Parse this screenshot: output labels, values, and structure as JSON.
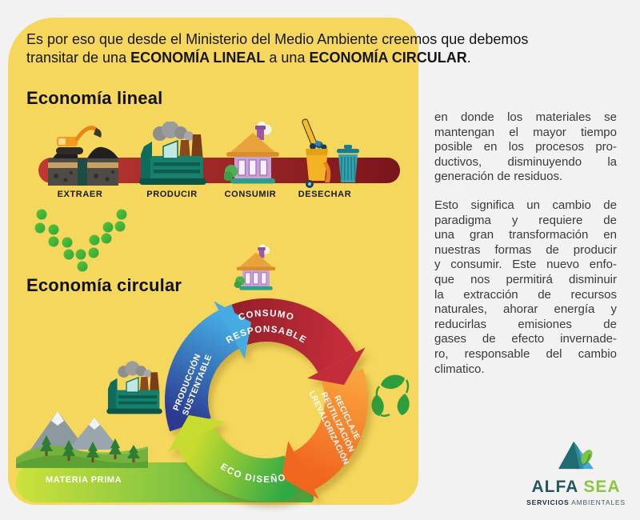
{
  "header": {
    "line1": "Es por eso que desde el Ministerio del Medio Ambiente creemos que debemos",
    "line2_pre": "transitar de una ",
    "line2_bold1": "ECONOMÍA LINEAL",
    "line2_mid": " a una ",
    "line2_bold2": "ECONOMÍA CIRCULAR",
    "line2_end": "."
  },
  "linear_economy": {
    "title": "Economía lineal",
    "steps": [
      {
        "label": "EXTRAER",
        "icon": "excavator-icon"
      },
      {
        "label": "PRODUCIR",
        "icon": "factory-icon"
      },
      {
        "label": "CONSUMIR",
        "icon": "house-icon"
      },
      {
        "label": "DESECHAR",
        "icon": "trash-bins-icon"
      }
    ]
  },
  "circular_economy": {
    "title": "Economía circular",
    "stages": {
      "top": [
        "CONSUMO",
        "RESPONSABLE"
      ],
      "right": [
        "RECICLAJE",
        "REUTILIZACIÓN",
        "LREVALORIZACIÓN"
      ],
      "bottom": "ECO DISEÑO",
      "left": [
        "PRODUCCIÓN",
        "SUSTENTABLE"
      ]
    },
    "materia_prima": "MATERIA PRIMA",
    "icons": [
      "house-icon",
      "recycle-leaves-icon",
      "factory-icon",
      "mountains-icon"
    ]
  },
  "sidebar": {
    "p1": [
      "en donde los materiales se",
      "mantengan el mayor tiempo",
      "posible en los procesos pro-",
      "ductivos, disminuyendo la",
      "generación de residuos."
    ],
    "p2": [
      "Esto significa un cambio de",
      "paradigma y requiere de",
      "una gran transformación en",
      "nuestras formas de producir",
      "y consumir. Este nuevo enfo-",
      "que nos permitirá disminuir",
      "la extracción de recursos",
      "naturales, ahorar energía y",
      "reducirlas emisiones de",
      "gases de efecto invernade-",
      "ro, responsable del cambio",
      "climatico."
    ]
  },
  "logo": {
    "alfa": "ALFA",
    "sea": " SEA",
    "tagline_bold": "SERVICIOS",
    "tagline_rest": " AMBIENTALES",
    "icon": "logo-mountain-icon"
  },
  "colors": {
    "panel_yellow": "#F5D75E",
    "linear_bar_start": "#BE3A33",
    "linear_bar_end": "#7A151C",
    "arc_red": "#C22D39",
    "arc_orange": "#F1661F",
    "arc_green": "#2FA846",
    "arc_blue": "#2B3990",
    "materia_bar_start": "#CDE23C",
    "materia_bar_end": "#3FA945",
    "logo_teal": "#27565C",
    "logo_green": "#8CC540"
  }
}
